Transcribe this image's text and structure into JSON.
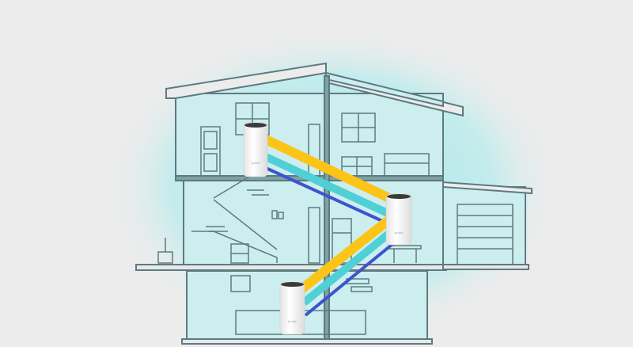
{
  "colors": {
    "background": "#ececec",
    "glow": "#bfe9ea",
    "house_fill": "#cdeeee",
    "outline": "#5c7b80",
    "beam_yellow": "#fcc417",
    "beam_cyan": "#4fd0d6",
    "beam_blue": "#3b55cf",
    "device_body": "#f7f7f7",
    "device_top": "#3a3a3a"
  },
  "devices": [
    {
      "name": "upper-floor-mesh-unit",
      "logo": "tp-link"
    },
    {
      "name": "middle-floor-mesh-unit",
      "logo": "tp-link"
    },
    {
      "name": "basement-mesh-unit",
      "logo": "tp-link"
    }
  ]
}
